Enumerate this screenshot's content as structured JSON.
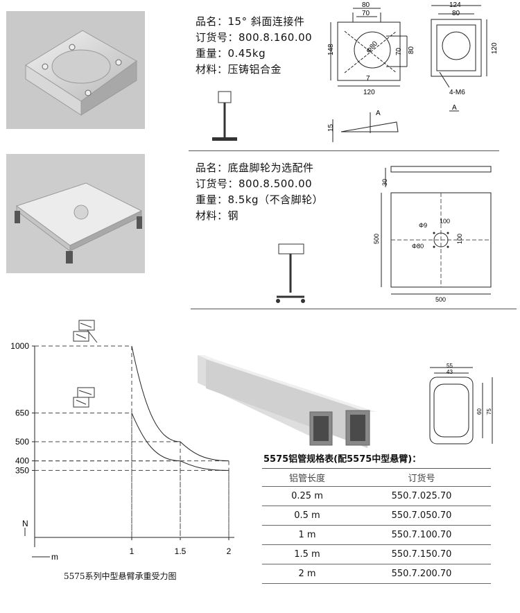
{
  "product1": {
    "name_line": "品名：15° 斜面连接件",
    "order_line": "订货号：800.8.160.00",
    "weight_line": "重量：0.45kg",
    "material_line": "材料：压铸铝合金",
    "dims": {
      "d80": "80",
      "d70": "70",
      "d148": "148",
      "d120": "120",
      "phi80": "Φ80",
      "r80": "80",
      "r70": "70",
      "seven": "7",
      "d124": "124",
      "d80b": "80",
      "d120b": "120",
      "m6": "4-M6",
      "a": "A",
      "a2": "A",
      "angle": "15"
    }
  },
  "product2": {
    "name_line": "品名：底盘脚轮为选配件",
    "order_line": "订货号：800.8.500.00",
    "weight_line": "重量：8.5kg（不含脚轮）",
    "material_line": "材料：钢",
    "dims": {
      "d30": "30",
      "phi9": "Φ9",
      "d100a": "100",
      "d100b": "100",
      "phi80": "Φ80",
      "d500v": "500",
      "d500h": "500"
    }
  },
  "chart_data": {
    "type": "line",
    "title": "",
    "caption": "5575系列中型悬臂承重受力图",
    "ylabel": "N",
    "xlabel": "m",
    "x_ticks": [
      1,
      1.5,
      2
    ],
    "y_ticks": [
      1000,
      650,
      500,
      400,
      350
    ],
    "xlim": [
      0,
      2
    ],
    "ylim": [
      0,
      1000
    ],
    "series": [
      {
        "x": [
          1,
          1.5,
          2
        ],
        "y": [
          1000,
          500,
          400
        ]
      },
      {
        "x": [
          1,
          1.5,
          2
        ],
        "y": [
          650,
          400,
          350
        ]
      }
    ]
  },
  "tube": {
    "dims": {
      "d55": "55",
      "d43": "43",
      "d60": "60",
      "d75": "75"
    }
  },
  "spec_table": {
    "title": "5575铝管规格表(配5575中型悬臂)：",
    "headers": [
      "铝管长度",
      "订货号"
    ],
    "rows": [
      [
        "0.25 m",
        "550.7.025.70"
      ],
      [
        "0.5 m",
        "550.7.050.70"
      ],
      [
        "1 m",
        "550.7.100.70"
      ],
      [
        "1.5 m",
        "550.7.150.70"
      ],
      [
        "2 m",
        "550.7.200.70"
      ]
    ]
  }
}
